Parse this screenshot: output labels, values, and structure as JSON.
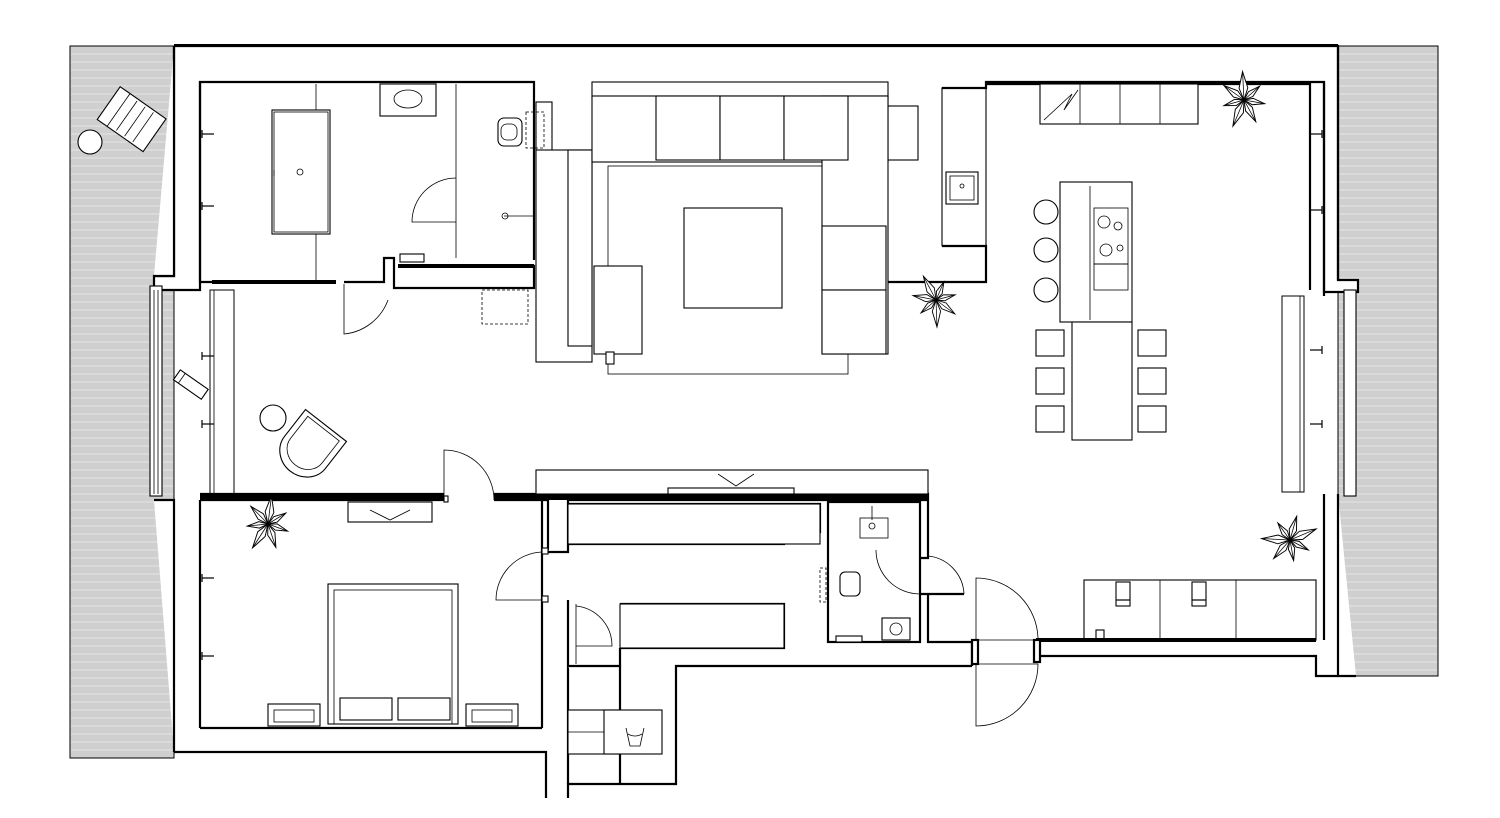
{
  "image": {
    "kind": "architectural floor plan",
    "labels": []
  },
  "colors": {
    "wall": "#000000",
    "background": "#ffffff",
    "terrace_deck": "#cfcfcf",
    "deck_board_line": "#e4e4e4"
  },
  "rooms": [
    "terrace-left",
    "terrace-right",
    "bathroom",
    "hallway",
    "living-room",
    "kitchen-dining",
    "bedroom",
    "wc",
    "utility",
    "entrance"
  ],
  "icons": [
    "deck-chair-icon",
    "round-side-table-icon",
    "bathtub-icon",
    "washbasin-icon",
    "toilet-icon",
    "shower-icon",
    "sofa-icon",
    "coffee-table-icon",
    "armchair-icon",
    "kitchen-island-icon",
    "cooktop-icon",
    "sink-icon",
    "bar-stool-icon",
    "dining-chair-icon",
    "double-bed-icon",
    "plant-icon",
    "washing-machine-icon"
  ]
}
